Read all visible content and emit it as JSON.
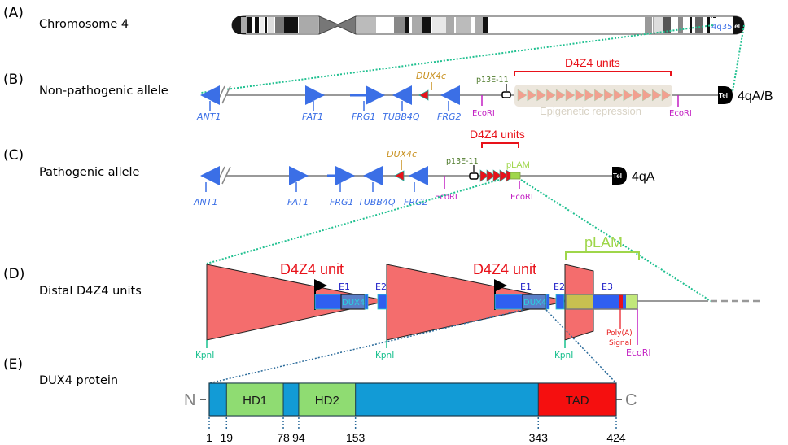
{
  "panels": [
    {
      "letter": "(A)",
      "label": "Chromosome 4"
    },
    {
      "letter": "(B)",
      "label": "Non-pathogenic allele"
    },
    {
      "letter": "(C)",
      "label": "Pathogenic allele"
    },
    {
      "letter": "(D)",
      "label": "Distal D4Z4 units"
    },
    {
      "letter": "(E)",
      "label": "DUX4 protein"
    }
  ],
  "chromosome": {
    "band_label": "4q35",
    "telomere_label": "Tel"
  },
  "allele_b": {
    "genes": [
      "ANT1",
      "FAT1",
      "FRG1",
      "TUBB4Q",
      "FRG2"
    ],
    "dux4c_label": "DUX4c",
    "p13_label": "p13E-11",
    "ecori_label": "EcoRI",
    "d4z4_label": "D4Z4 units",
    "d4z4_unit_count": 16,
    "repression_label": "Epigenetic repression",
    "telomere_label": "Tel",
    "end_label": "4qA/B"
  },
  "allele_c": {
    "genes": [
      "ANT1",
      "FAT1",
      "FRG1",
      "TUBB4Q",
      "FRG2"
    ],
    "dux4c_label": "DUX4c",
    "p13_label": "p13E-11",
    "ecori_label": "EcoRI",
    "d4z4_label": "D4Z4 units",
    "d4z4_unit_count": 5,
    "plam_label": "pLAM",
    "telomere_label": "Tel",
    "end_label": "4qA"
  },
  "distal_units": {
    "unit_label": "D4Z4 unit",
    "exon1": "E1",
    "exon2": "E2",
    "exon3": "E3",
    "dux4_label": "DUX4",
    "kpni_label": "KpnI",
    "ecori_label": "EcoRI",
    "plam_label": "pLAM",
    "polya_line1": "Poly(A)",
    "polya_line2": "Signal"
  },
  "protein": {
    "n_term": "N",
    "c_term": "C",
    "length": 424,
    "domains": [
      {
        "name": "HD1",
        "start": 19,
        "end": 78,
        "color": "#8fdc72"
      },
      {
        "name": "HD2",
        "start": 94,
        "end": 153,
        "color": "#8fdc72"
      },
      {
        "name": "TAD",
        "start": 343,
        "end": 424,
        "color": "#f50f0f"
      }
    ],
    "backbone_color": "#129bd6",
    "positions": [
      "1",
      "19",
      "78",
      "94",
      "153",
      "343",
      "424"
    ]
  },
  "colors": {
    "gene_blue": "#3b6fe6",
    "d4z4_red": "#f06a6a",
    "unit_red": "#e8121a",
    "plam_green": "#9fd64a",
    "ecori_magenta": "#c21fc2",
    "kpni_teal": "#19c08e",
    "zoom_dotted": "#20c090"
  }
}
